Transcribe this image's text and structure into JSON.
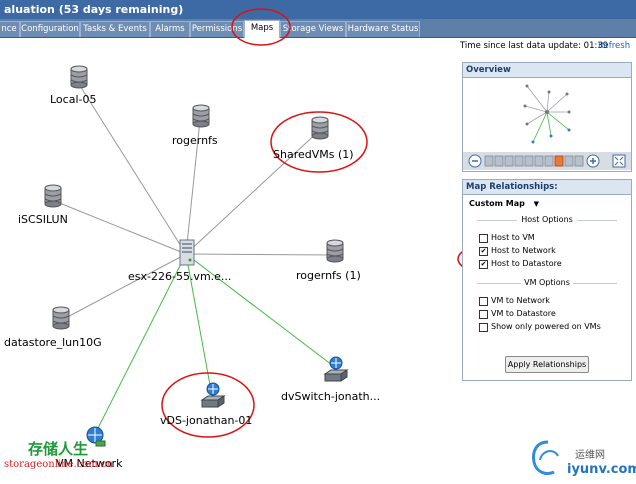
{
  "window": {
    "title": "aluation (53 days remaining)"
  },
  "tabs": [
    {
      "label": "nce",
      "active": false
    },
    {
      "label": "Configuration",
      "active": false
    },
    {
      "label": "Tasks & Events",
      "active": false
    },
    {
      "label": "Alarms",
      "active": false
    },
    {
      "label": "Permissions",
      "active": false
    },
    {
      "label": "Maps",
      "active": true
    },
    {
      "label": "Storage Views",
      "active": false
    },
    {
      "label": "Hardware Status",
      "active": false
    }
  ],
  "status": {
    "time_label": "Time since last data update: 01:39",
    "refresh_label": "Refresh"
  },
  "overview": {
    "title": "Overview"
  },
  "relationships": {
    "title": "Map Relationships:",
    "map_select": "Custom Map",
    "host_options_label": "Host Options",
    "host_options": [
      {
        "label": "Host to VM",
        "checked": false
      },
      {
        "label": "Host to Network",
        "checked": true
      },
      {
        "label": "Host to Datastore",
        "checked": true
      }
    ],
    "vm_options_label": "VM Options",
    "vm_options": [
      {
        "label": "VM to Network",
        "checked": false
      },
      {
        "label": "VM to Datastore",
        "checked": false
      },
      {
        "label": "Show only powered on VMs",
        "checked": false
      }
    ],
    "apply_label": "Apply Relationships"
  },
  "map": {
    "host": {
      "label": "esx-226-55.vm.e..."
    },
    "datastores": [
      "Local-05",
      "rogernfs",
      "SharedVMs (1)",
      "iSCSILUN",
      "rogernfs (1)",
      "datastore_lun10G"
    ],
    "networks": [
      "vDS-jonathan-01",
      "dvSwitch-jonath...",
      "VM Network"
    ]
  },
  "watermark": {
    "cn": "存储人生",
    "site": "storageonline.com.cn",
    "logo_cn": "运维网",
    "logo_url": "iyunv.com"
  },
  "colors": {
    "datastore_edge": "#999999",
    "network_edge": "#44bb44",
    "annotation": "#dd1111",
    "accent": "#3d6aa5"
  }
}
